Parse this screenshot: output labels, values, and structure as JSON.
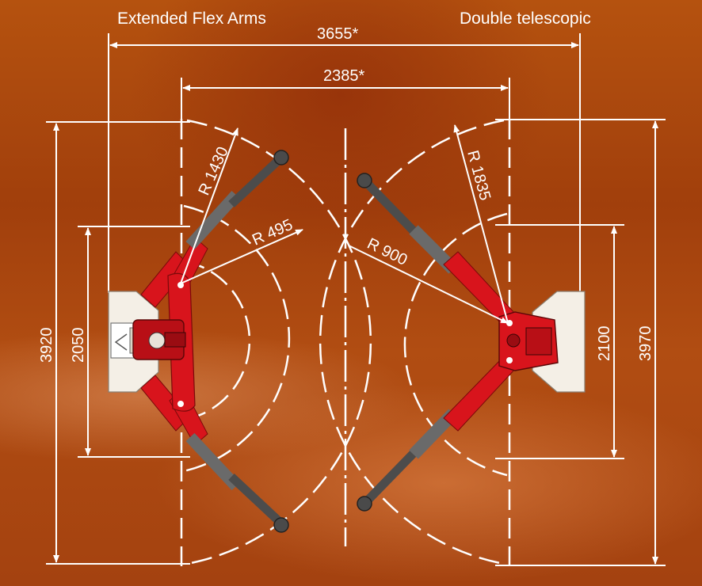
{
  "headers": {
    "left": "Extended Flex Arms",
    "right": "Double telescopic"
  },
  "dimensions": {
    "total_width": "3655*",
    "inner_width": "2385*",
    "left_height": "3920",
    "left_inner_height": "2050",
    "right_inner_height": "2100",
    "right_height": "3970",
    "radius_left_outer": "R 1430",
    "radius_left_inner": "R 495",
    "radius_right_inner": "R 900",
    "radius_right_outer": "R 1835"
  },
  "colors": {
    "background": "#a8420f",
    "outrigger_red": "#d8141c",
    "arm_gray": "#5e5e5e",
    "chassis": "#f4efe6",
    "lines": "#ffffff"
  },
  "icons": {
    "left_machine": "spider-crane-top-view-icon",
    "right_machine": "spider-crane-top-view-icon"
  }
}
